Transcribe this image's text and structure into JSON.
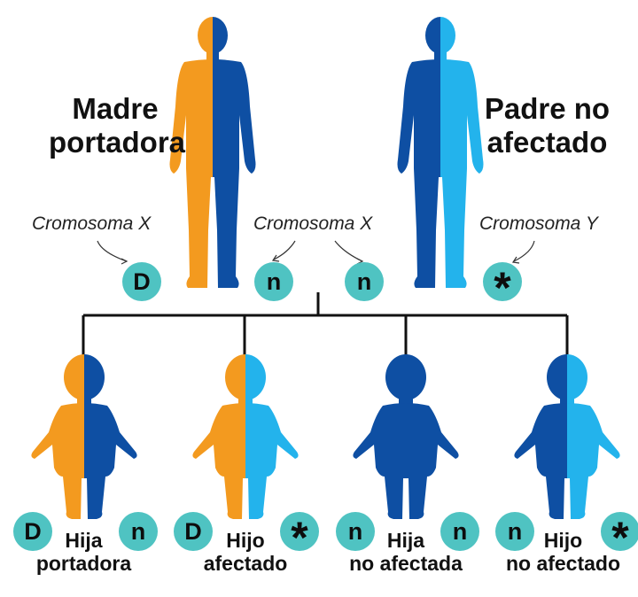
{
  "parents": {
    "mother": {
      "label": [
        "Madre",
        "portadora"
      ]
    },
    "father": {
      "label": [
        "Padre no",
        "afectado"
      ]
    }
  },
  "chromosome_labels": {
    "mother_x": "Cromosoma X",
    "father_x": "Cromosoma X",
    "father_y": "Cromosoma Y"
  },
  "parent_alleles": {
    "mother_1": "D",
    "mother_2": "n",
    "father_1": "n",
    "father_2": "*"
  },
  "children": [
    {
      "label": [
        "Hija",
        "portadora"
      ],
      "alleles": [
        "D",
        "n"
      ]
    },
    {
      "label": [
        "Hijo",
        "afectado"
      ],
      "alleles": [
        "D",
        "*"
      ]
    },
    {
      "label": [
        "Hija",
        "no afectada"
      ],
      "alleles": [
        "n",
        "n"
      ]
    },
    {
      "label": [
        "Hijo",
        "no afectado"
      ],
      "alleles": [
        "n",
        "*"
      ]
    }
  ],
  "colors": {
    "mutant_orange": "#f39a1f",
    "x_dark_blue": "#0e4fa3",
    "y_light_blue": "#23b3ec",
    "allele_circle": "#4fc3c2",
    "lines": "#111111"
  }
}
